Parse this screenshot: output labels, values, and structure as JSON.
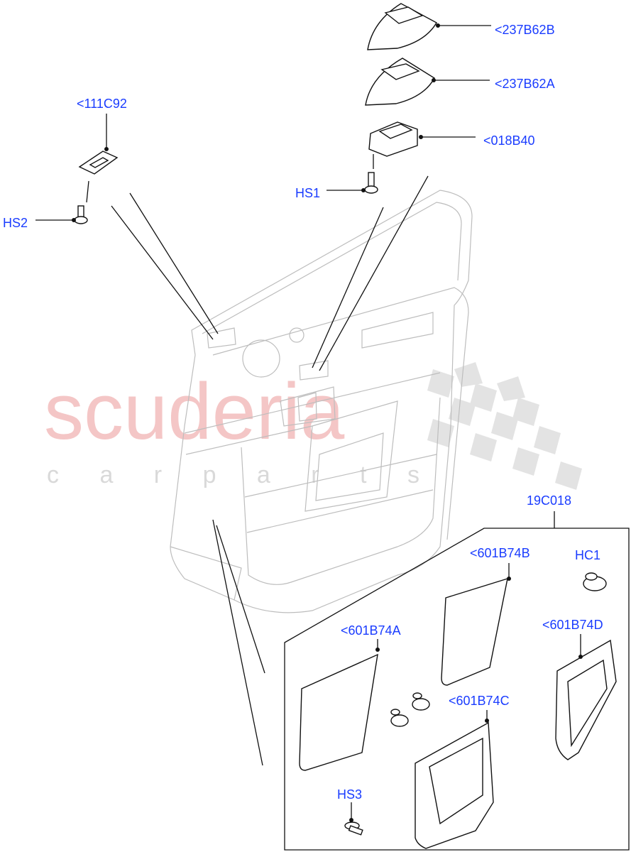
{
  "watermark": {
    "brand": "scuderia",
    "sub": "c a r   p a r t s",
    "brand_color": "#f4c6c6",
    "sub_color": "#d9d9d9"
  },
  "label_color": "#1a3cff",
  "callouts": {
    "c237B62B": "<237B62B",
    "c237B62A": "<237B62A",
    "c018B40": "<018B40",
    "c111C92": "<111C92",
    "hs1": "HS1",
    "hs2": "HS2",
    "c19C018": "19C018",
    "c601B74B": "<601B74B",
    "hc1": "HC1",
    "c601B74A": "<601B74A",
    "c601B74D": "<601B74D",
    "c601B74C": "<601B74C",
    "hs3": "HS3"
  }
}
